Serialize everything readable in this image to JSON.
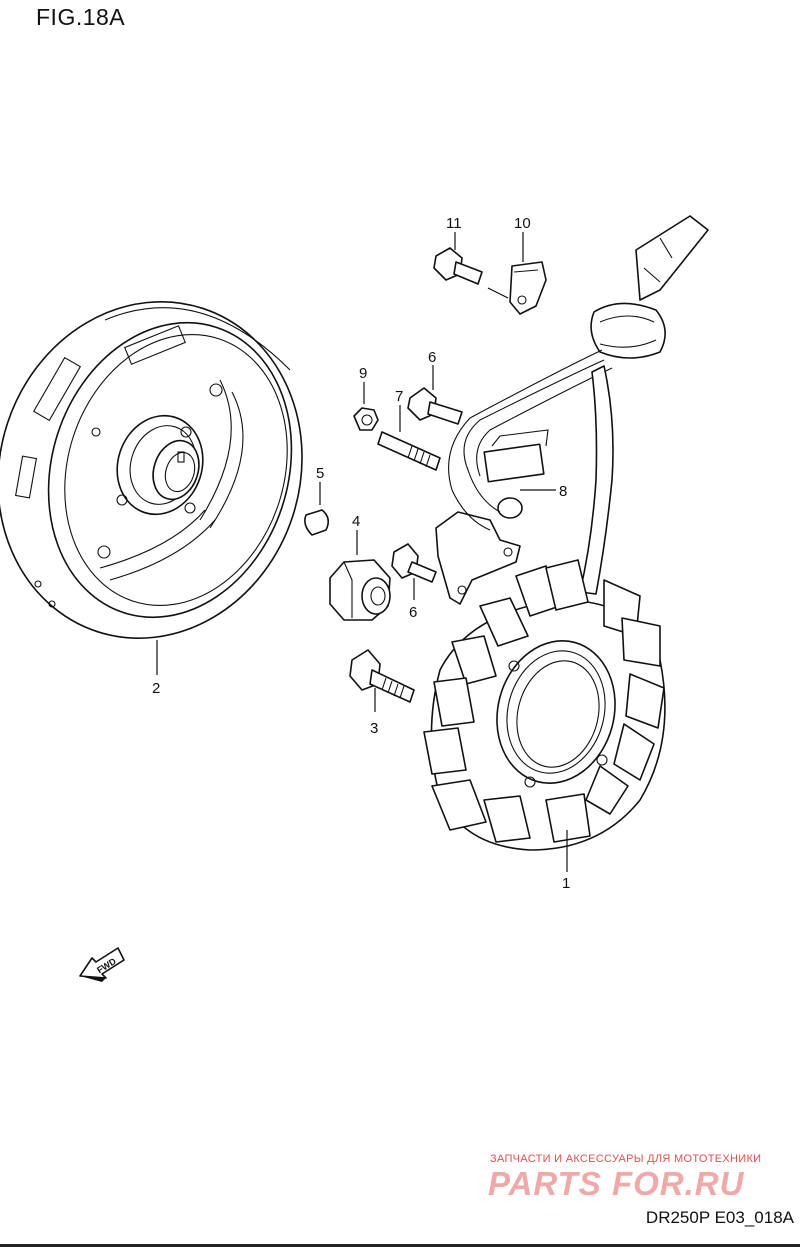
{
  "figure_title": "FIG.18A",
  "callouts": [
    {
      "id": "1",
      "text": "1"
    },
    {
      "id": "2",
      "text": "2"
    },
    {
      "id": "3",
      "text": "3"
    },
    {
      "id": "4",
      "text": "4"
    },
    {
      "id": "5",
      "text": "5"
    },
    {
      "id": "6a",
      "text": "6"
    },
    {
      "id": "6b",
      "text": "6"
    },
    {
      "id": "7",
      "text": "7"
    },
    {
      "id": "8",
      "text": "8"
    },
    {
      "id": "9",
      "text": "9"
    },
    {
      "id": "10",
      "text": "10"
    },
    {
      "id": "11",
      "text": "11"
    }
  ],
  "direction_badge": "FWD",
  "watermark": {
    "tagline": "ЗАПЧАСТИ И АКСЕССУАРЫ ДЛЯ МОТОТЕХНИКИ",
    "brand": "PARTS FOR.RU",
    "color": "#e05050"
  },
  "page_code": "DR250P E03_018A"
}
